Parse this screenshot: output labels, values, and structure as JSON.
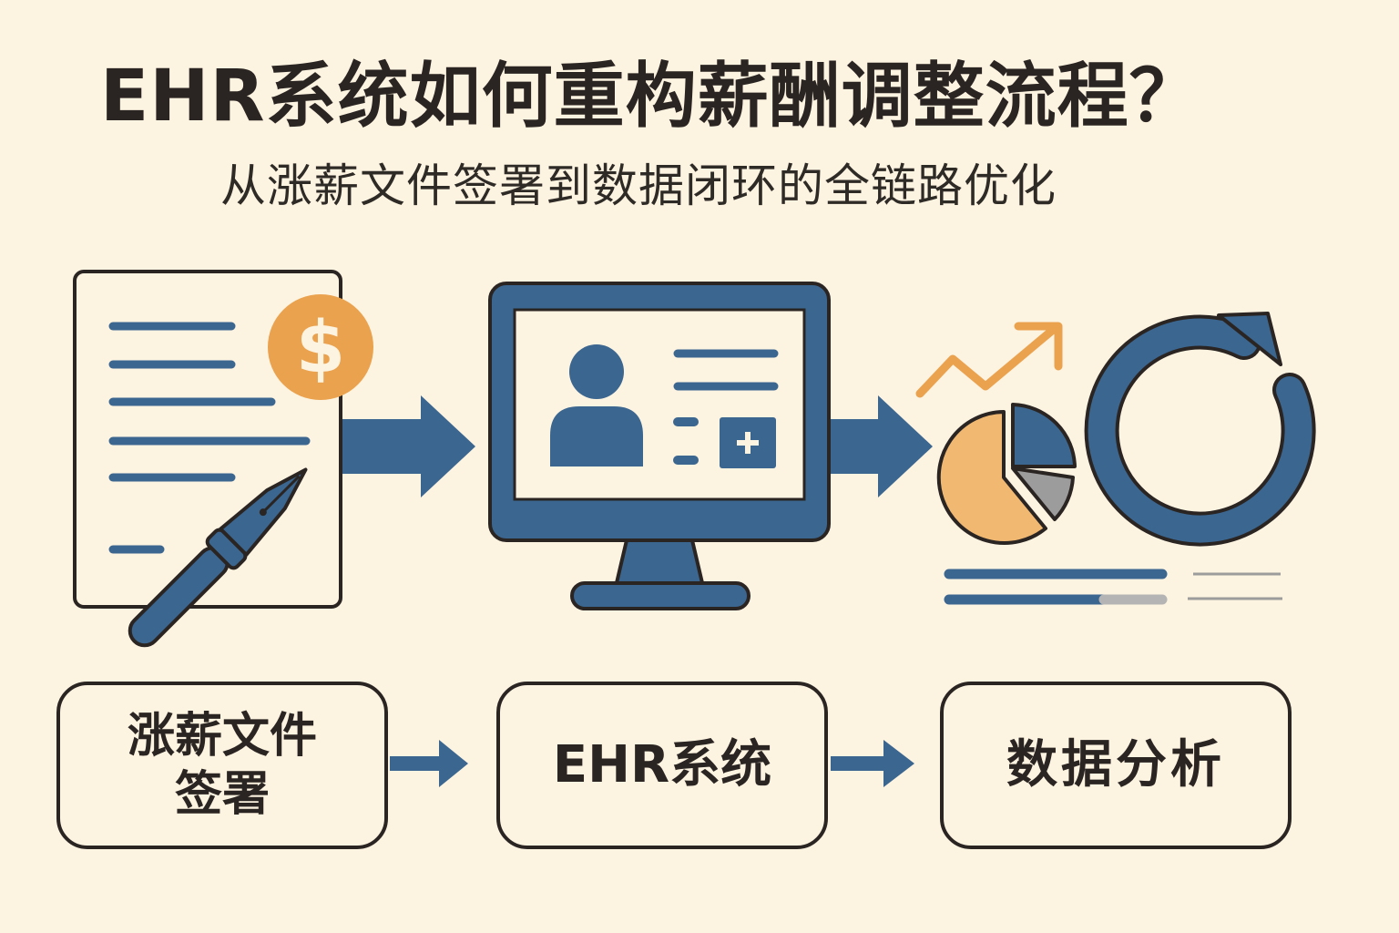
{
  "title": "EHR系统如何重构薪酬调整流程？",
  "subtitle": "从涨薪文件签署到数据闭环的全链路优化",
  "icons": {
    "document": "salary-document-icon",
    "coin": "dollar-coin-icon",
    "pen": "fountain-pen-icon",
    "computer": "ehr-monitor-icon",
    "profile": "employee-profile-icon",
    "trend": "trend-up-arrow-icon",
    "pie": "pie-chart-icon",
    "cycle": "closed-loop-cycle-icon"
  },
  "coin_symbol": "$",
  "colors": {
    "background": "#fdf3e1",
    "primary_blue": "#3b6690",
    "accent_orange": "#eaa24e",
    "light_orange": "#f1b872",
    "gray": "#9c9c9c",
    "outline": "#2a2522"
  },
  "steps": [
    {
      "label": "涨薪文件签署"
    },
    {
      "label": "EHR系统"
    },
    {
      "label": "数据分析"
    }
  ]
}
